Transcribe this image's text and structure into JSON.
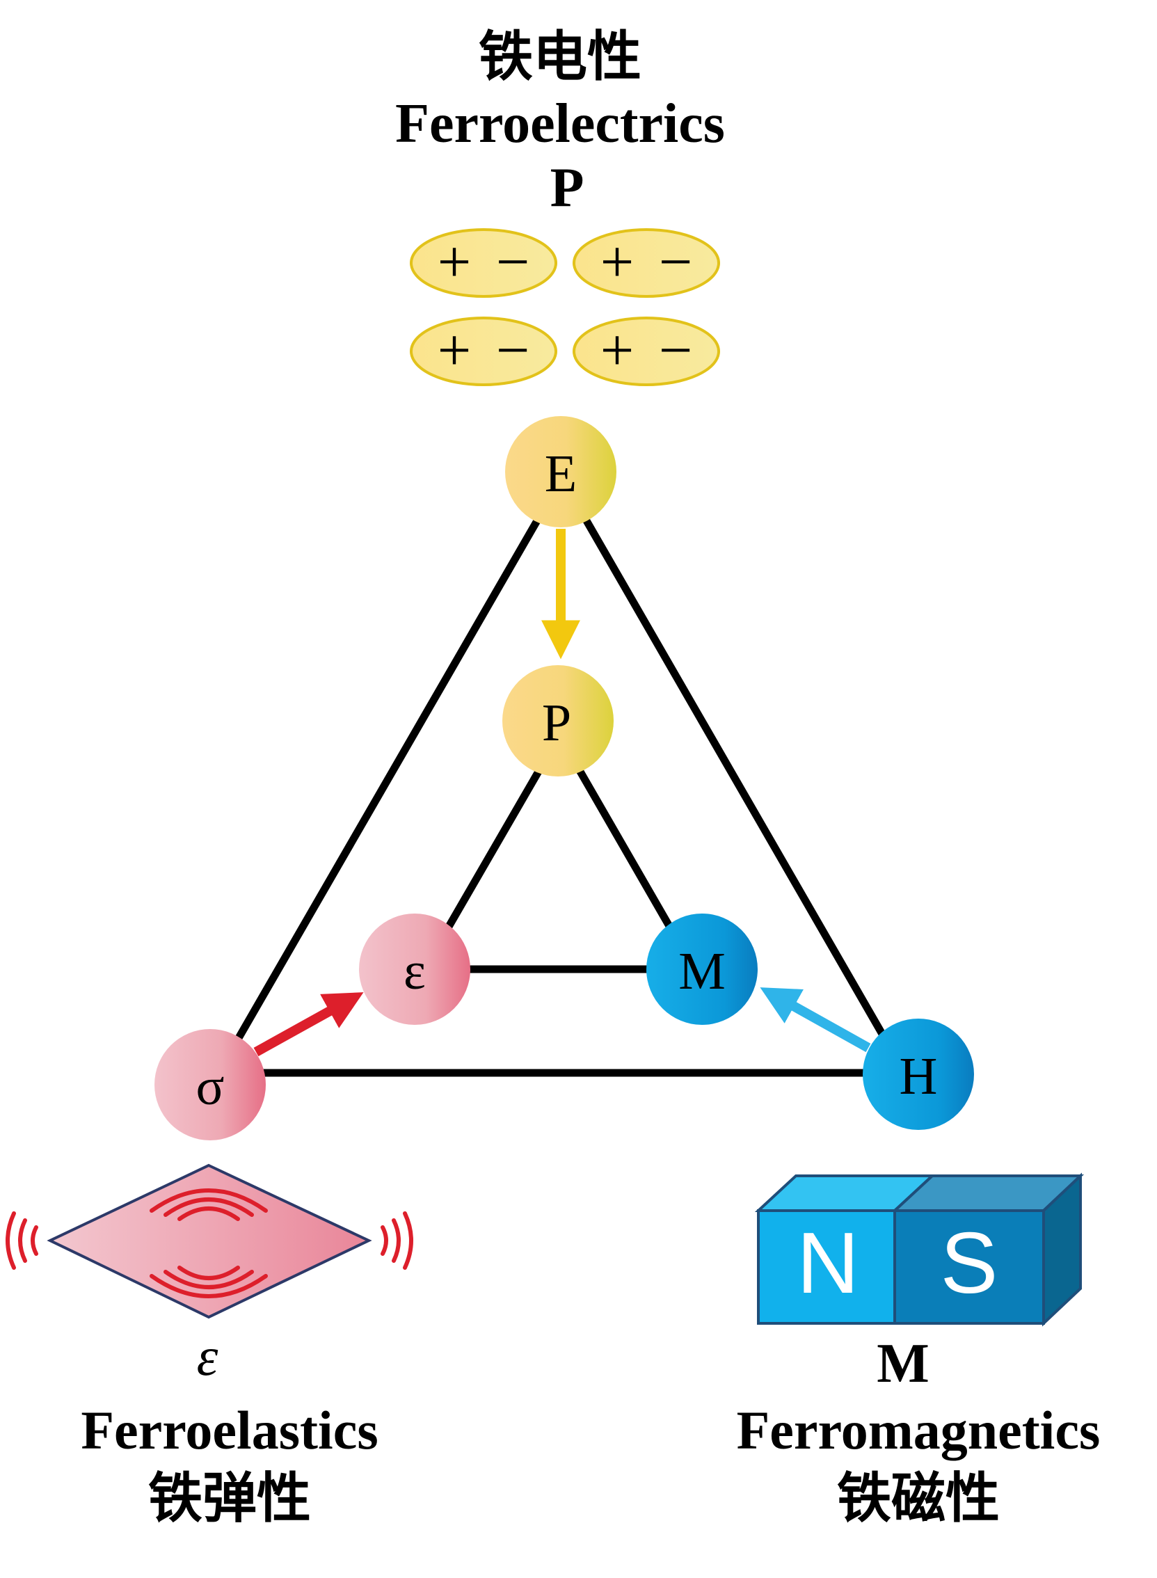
{
  "top": {
    "title_cn": "铁电性",
    "title_en": "Ferroelectrics",
    "symbol": "P",
    "dipole_plus": "+",
    "dipole_minus": "−"
  },
  "nodes": {
    "E": "E",
    "P": "P",
    "epsilon": "ε",
    "M": "M",
    "sigma": "σ",
    "H": "H"
  },
  "bottom_left": {
    "symbol": "ε",
    "title_en": "Ferroelastics",
    "title_cn": "铁弹性"
  },
  "bottom_right": {
    "magnet_n": "N",
    "magnet_s": "S",
    "symbol": "M",
    "title_en": "Ferromagnetics",
    "title_cn": "铁磁性"
  },
  "colors": {
    "electric": "#f2c80f",
    "elastic": "#dd1f2b",
    "magnetic": "#2fb4e9",
    "lines": "#000000"
  }
}
